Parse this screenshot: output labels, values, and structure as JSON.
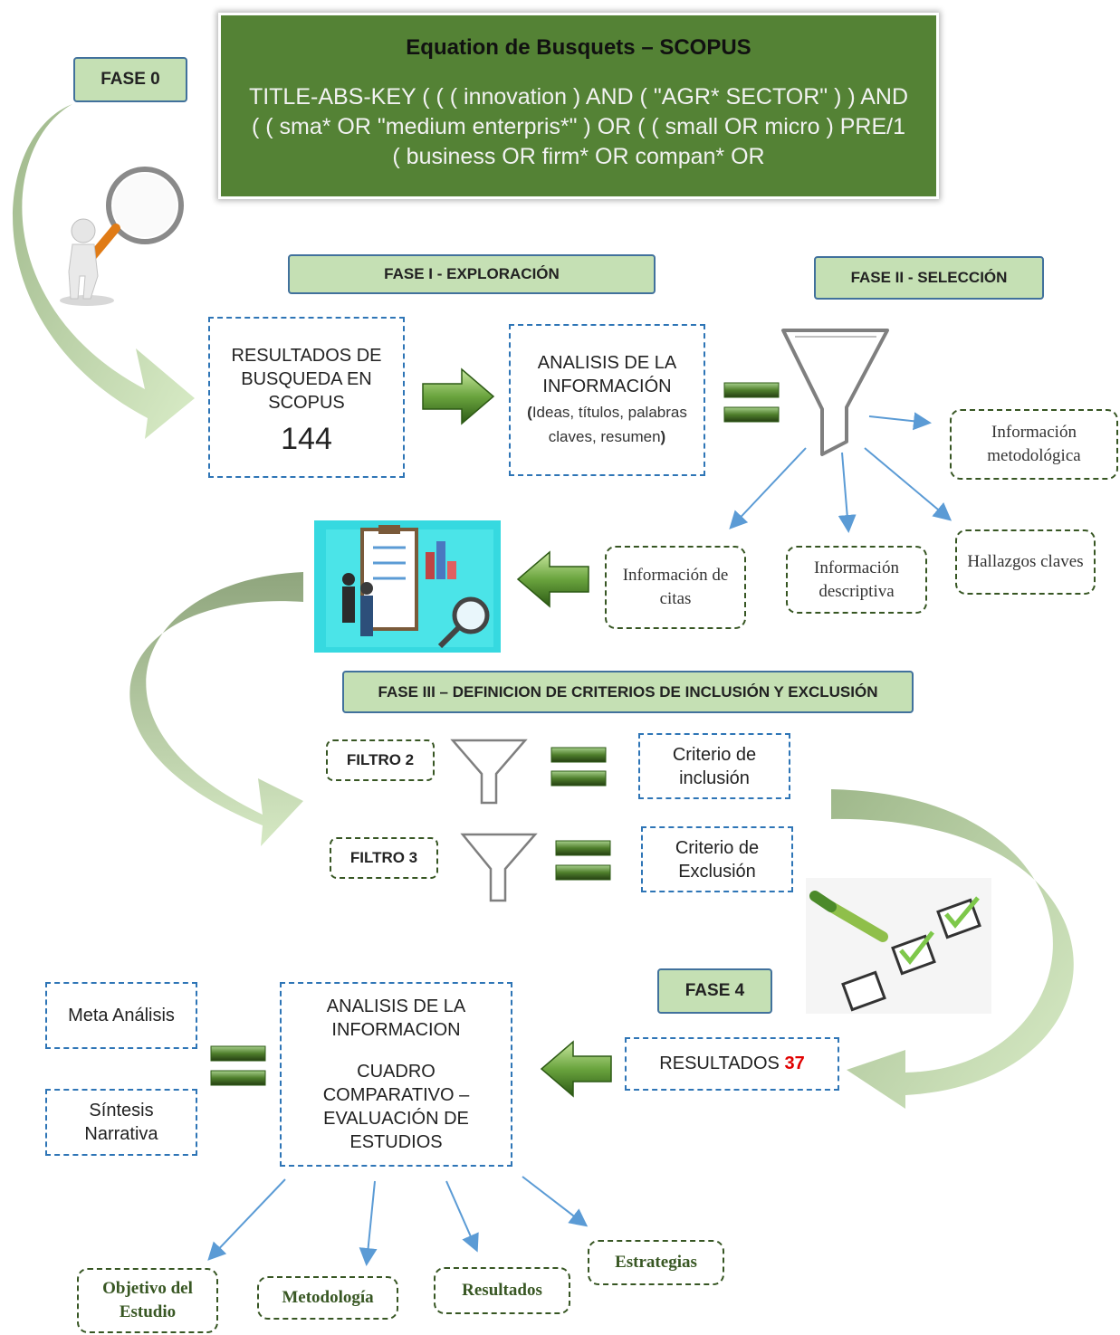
{
  "equation": {
    "title": "Equation de Busquets – SCOPUS",
    "query": "TITLE-ABS-KEY ( ( ( innovation )  AND  ( \"AGR* SECTOR\" ) )  AND  ( ( sma*  OR  \"medium enterpris*\" )  OR  ( ( small  OR  micro )  PRE/1  ( business  OR  firm*  OR  compan*  OR"
  },
  "phases": {
    "fase0": "FASE 0",
    "fase1": "FASE I -  EXPLORACIÓN",
    "fase2": "FASE II - SELECCIÓN",
    "fase3": "FASE III – DEFINICION DE CRITERIOS DE INCLUSIÓN Y EXCLUSIÓN",
    "fase4": "FASE 4"
  },
  "search_results": {
    "label": "RESULTADOS DE BUSQUEDA EN SCOPUS",
    "count": "144"
  },
  "analysis": {
    "title": "ANALISIS DE LA INFORMACIÓN",
    "open": "(",
    "detail": "Ideas, títulos, palabras claves, resumen",
    "close": ")"
  },
  "selection_outputs": {
    "metodologica": "Información metodológica",
    "citas": "Información de citas",
    "descriptiva": "Información descriptiva",
    "hallazgos": "Hallazgos claves"
  },
  "filters": {
    "filtro2": "FILTRO 2",
    "filtro3": "FILTRO 3",
    "inclusion": "Criterio de inclusión",
    "exclusion": "Criterio de Exclusión"
  },
  "results": {
    "label": "RESULTADOS",
    "count": "37"
  },
  "final_analysis": {
    "title": "ANALISIS DE LA INFORMACION",
    "subtitle": "CUADRO COMPARATIVO – EVALUACIÓN DE ESTUDIOS"
  },
  "synthesis": {
    "meta": "Meta Análisis",
    "narrativa": "Síntesis Narrativa"
  },
  "outputs": {
    "objetivo": "Objetivo del Estudio",
    "metodologia": "Metodología",
    "resultados": "Resultados",
    "estrategias": "Estrategias"
  },
  "colors": {
    "banner": "#548235",
    "phase_fill": "#c5e0b4",
    "dash_blue": "#2e75b6",
    "dash_green": "#375623",
    "arrow_blue": "#5b9bd5",
    "highlight_red": "#e00000"
  },
  "icons": [
    "magnifier-person-icon",
    "checklist-people-icon",
    "checkbox-pencil-icon",
    "funnel-icon",
    "right-arrow-icon",
    "left-arrow-icon",
    "equals-icon",
    "curved-arrow-icon"
  ]
}
